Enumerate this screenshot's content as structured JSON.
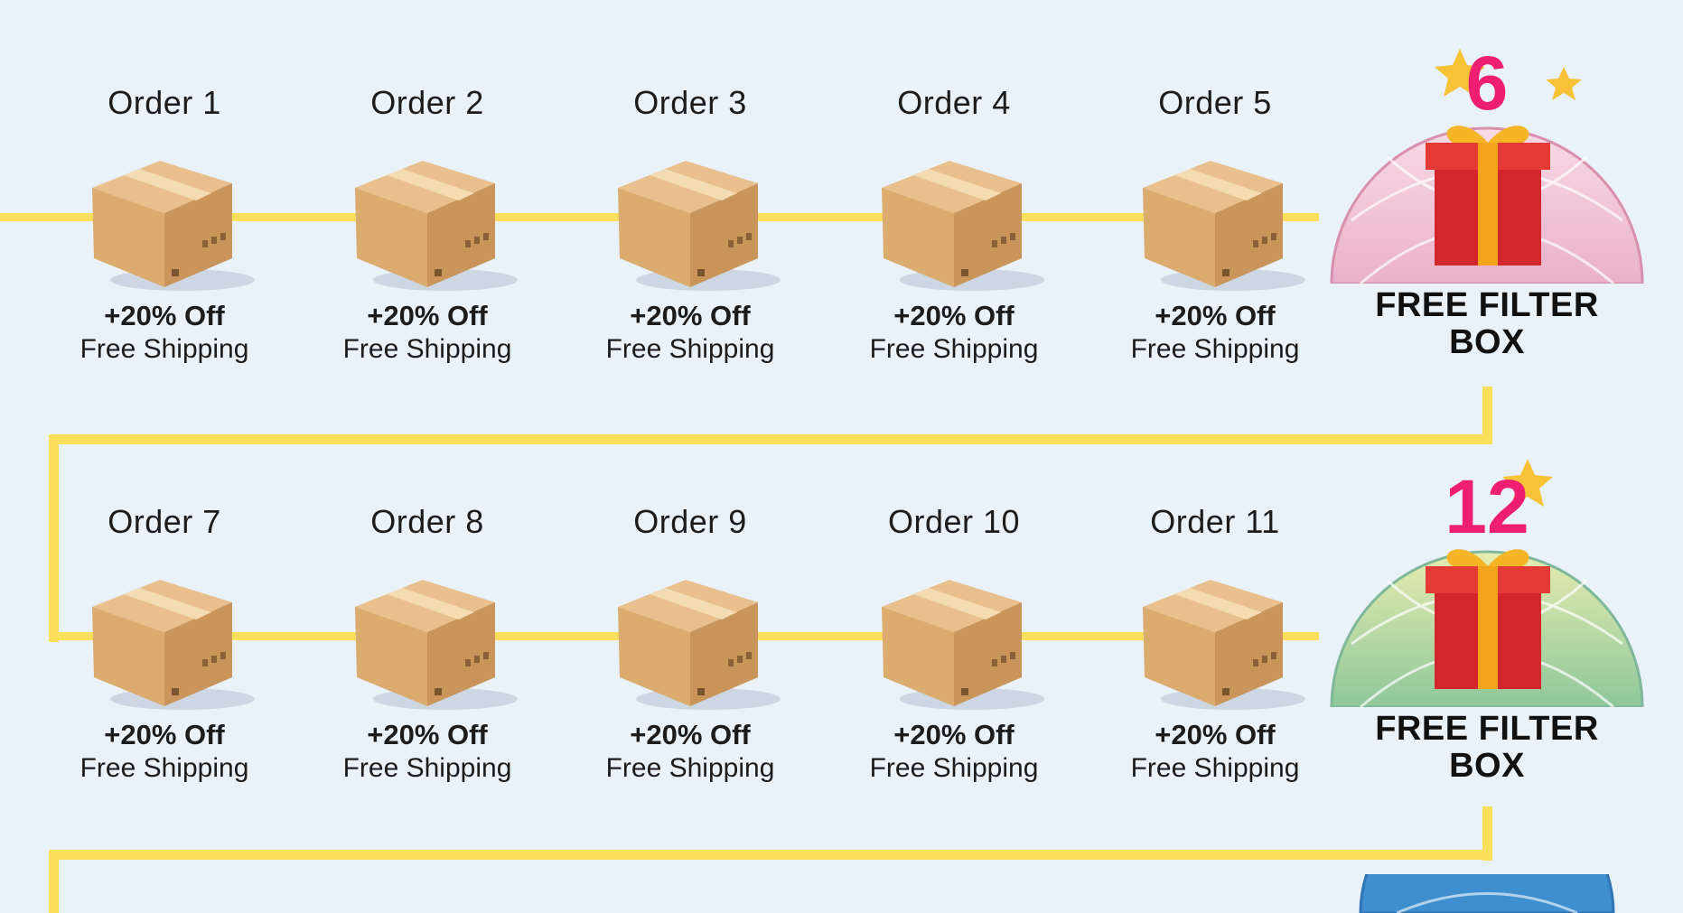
{
  "colors": {
    "background": "#e9f1f9",
    "connector": "#f9df5b",
    "milestone_number": "#ee1e72",
    "box": "#d9a86a"
  },
  "rows": [
    {
      "orders": [
        {
          "title": "Order 1",
          "discount": "+20% Off",
          "shipping": "Free Shipping"
        },
        {
          "title": "Order 2",
          "discount": "+20% Off",
          "shipping": "Free Shipping"
        },
        {
          "title": "Order 3",
          "discount": "+20% Off",
          "shipping": "Free Shipping"
        },
        {
          "title": "Order 4",
          "discount": "+20% Off",
          "shipping": "Free Shipping"
        },
        {
          "title": "Order 5",
          "discount": "+20% Off",
          "shipping": "Free Shipping"
        }
      ],
      "reward": {
        "number": "6",
        "title": "FREE FILTER BOX",
        "icon": "gift-box-icon",
        "theme": "pink"
      }
    },
    {
      "orders": [
        {
          "title": "Order 7",
          "discount": "+20% Off",
          "shipping": "Free Shipping"
        },
        {
          "title": "Order 8",
          "discount": "+20% Off",
          "shipping": "Free Shipping"
        },
        {
          "title": "Order 9",
          "discount": "+20% Off",
          "shipping": "Free Shipping"
        },
        {
          "title": "Order 10",
          "discount": "+20% Off",
          "shipping": "Free Shipping"
        },
        {
          "title": "Order 11",
          "discount": "+20% Off",
          "shipping": "Free Shipping"
        }
      ],
      "reward": {
        "number": "12",
        "title": "FREE FILTER BOX",
        "icon": "gift-box-icon",
        "theme": "green"
      }
    }
  ]
}
